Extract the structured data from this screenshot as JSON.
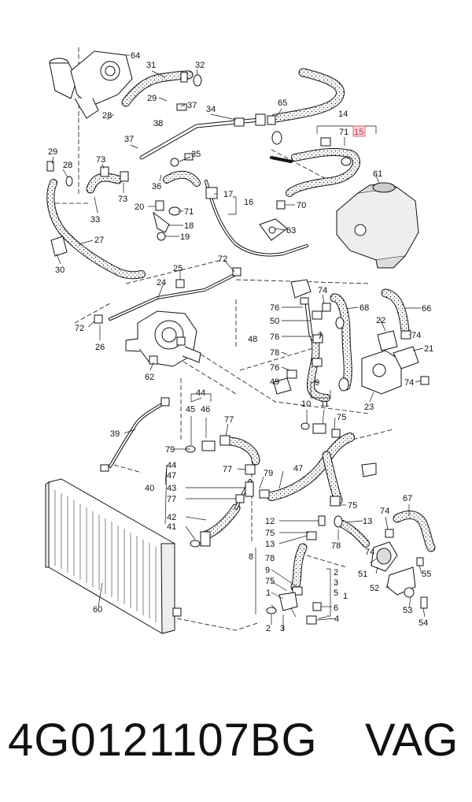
{
  "footer": {
    "part_number": "4G0121107BG",
    "brand": "VAG"
  },
  "colors": {
    "ink": "#111111",
    "hose_fill": "#ffffff",
    "highlight_fill": "#fbd7de",
    "highlight_stroke": "#d2485e"
  },
  "callouts": [
    {
      "id": "c64",
      "label": "64"
    },
    {
      "id": "c31",
      "label": "31"
    },
    {
      "id": "c32",
      "label": "32"
    },
    {
      "id": "c29a",
      "label": "29"
    },
    {
      "id": "c37a",
      "label": "37"
    },
    {
      "id": "c34",
      "label": "34"
    },
    {
      "id": "c65",
      "label": "65"
    },
    {
      "id": "c14",
      "label": "14"
    },
    {
      "id": "c71a",
      "label": "71"
    },
    {
      "id": "c15",
      "label": "15",
      "highlight": true
    },
    {
      "id": "c28a",
      "label": "28"
    },
    {
      "id": "c38",
      "label": "38"
    },
    {
      "id": "c37b",
      "label": "37"
    },
    {
      "id": "c35",
      "label": "35"
    },
    {
      "id": "c29b",
      "label": "29"
    },
    {
      "id": "c28b",
      "label": "28"
    },
    {
      "id": "c73a",
      "label": "73"
    },
    {
      "id": "c73b",
      "label": "73"
    },
    {
      "id": "c36",
      "label": "36"
    },
    {
      "id": "c17",
      "label": "17"
    },
    {
      "id": "c16",
      "label": "16"
    },
    {
      "id": "c61",
      "label": "61"
    },
    {
      "id": "c20",
      "label": "20"
    },
    {
      "id": "c71b",
      "label": "71"
    },
    {
      "id": "c70",
      "label": "70"
    },
    {
      "id": "c18",
      "label": "18"
    },
    {
      "id": "c19",
      "label": "19"
    },
    {
      "id": "c63",
      "label": "63"
    },
    {
      "id": "c33",
      "label": "33"
    },
    {
      "id": "c27",
      "label": "27"
    },
    {
      "id": "c30",
      "label": "30"
    },
    {
      "id": "c72a",
      "label": "72"
    },
    {
      "id": "c25",
      "label": "25"
    },
    {
      "id": "c24",
      "label": "24"
    },
    {
      "id": "c74a",
      "label": "74"
    },
    {
      "id": "c68",
      "label": "68"
    },
    {
      "id": "c66",
      "label": "66"
    },
    {
      "id": "c76a",
      "label": "76"
    },
    {
      "id": "c50",
      "label": "50"
    },
    {
      "id": "c7",
      "label": "7"
    },
    {
      "id": "c22",
      "label": "22"
    },
    {
      "id": "c74b",
      "label": "74"
    },
    {
      "id": "c48",
      "label": "48"
    },
    {
      "id": "c76b",
      "label": "76"
    },
    {
      "id": "c21",
      "label": "21"
    },
    {
      "id": "c78a",
      "label": "78"
    },
    {
      "id": "c72b",
      "label": "72"
    },
    {
      "id": "c26",
      "label": "26"
    },
    {
      "id": "c76c",
      "label": "76"
    },
    {
      "id": "c49",
      "label": "49"
    },
    {
      "id": "c74c",
      "label": "74"
    },
    {
      "id": "c62",
      "label": "62"
    },
    {
      "id": "c9",
      "label": "9"
    },
    {
      "id": "c23",
      "label": "23"
    },
    {
      "id": "c10",
      "label": "10"
    },
    {
      "id": "c11",
      "label": "11"
    },
    {
      "id": "c75a",
      "label": "75"
    },
    {
      "id": "c44",
      "label": "44"
    },
    {
      "id": "c45",
      "label": "45"
    },
    {
      "id": "c46",
      "label": "46"
    },
    {
      "id": "c77a",
      "label": "77"
    },
    {
      "id": "c39",
      "label": "39"
    },
    {
      "id": "c79a",
      "label": "79"
    },
    {
      "id": "c44b",
      "label": "44"
    },
    {
      "id": "c47a",
      "label": "47"
    },
    {
      "id": "c77b",
      "label": "77"
    },
    {
      "id": "c79b",
      "label": "79"
    },
    {
      "id": "c47b",
      "label": "47"
    },
    {
      "id": "c40",
      "label": "40"
    },
    {
      "id": "c43",
      "label": "43"
    },
    {
      "id": "c77c",
      "label": "77"
    },
    {
      "id": "c75b",
      "label": "75"
    },
    {
      "id": "c67",
      "label": "67"
    },
    {
      "id": "c74d",
      "label": "74"
    },
    {
      "id": "c42",
      "label": "42"
    },
    {
      "id": "c12",
      "label": "12"
    },
    {
      "id": "c13a",
      "label": "13"
    },
    {
      "id": "c41",
      "label": "41"
    },
    {
      "id": "c75c",
      "label": "75"
    },
    {
      "id": "c78b",
      "label": "78"
    },
    {
      "id": "c13b",
      "label": "13"
    },
    {
      "id": "c74e",
      "label": "74"
    },
    {
      "id": "c51",
      "label": "51"
    },
    {
      "id": "c8",
      "label": "8"
    },
    {
      "id": "c78c",
      "label": "78"
    },
    {
      "id": "c55",
      "label": "55"
    },
    {
      "id": "c9b",
      "label": "9"
    },
    {
      "id": "c2a",
      "label": "2"
    },
    {
      "id": "c75d",
      "label": "75"
    },
    {
      "id": "c3a",
      "label": "3"
    },
    {
      "id": "c52",
      "label": "52"
    },
    {
      "id": "c1a",
      "label": "1"
    },
    {
      "id": "c5",
      "label": "5"
    },
    {
      "id": "c60",
      "label": "60"
    },
    {
      "id": "c1b",
      "label": "1"
    },
    {
      "id": "c6",
      "label": "6"
    },
    {
      "id": "c53",
      "label": "53"
    },
    {
      "id": "c2b",
      "label": "2"
    },
    {
      "id": "c3b",
      "label": "3"
    },
    {
      "id": "c4",
      "label": "4"
    },
    {
      "id": "c54",
      "label": "54"
    }
  ]
}
